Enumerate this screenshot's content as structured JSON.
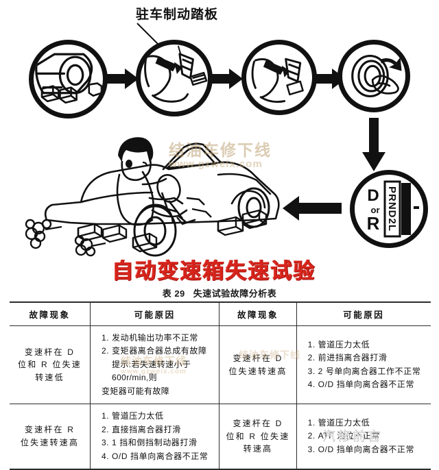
{
  "illustration": {
    "callout_label": "驻车制动踏板",
    "panels": [
      {
        "id": "panel-1",
        "name": "wheel-chock-step",
        "desc": "轮胎与三角木"
      },
      {
        "id": "panel-2",
        "name": "parking-brake-step",
        "desc": "踩下驻车制动踏板"
      },
      {
        "id": "panel-3",
        "name": "brake-pedal-step",
        "desc": "踩住制动踏板"
      },
      {
        "id": "panel-4",
        "name": "steering-wheel-step",
        "desc": "转向盘"
      },
      {
        "id": "panel-5",
        "name": "gear-selector-step",
        "desc": "挡位选择"
      }
    ],
    "gear_selector": {
      "label_top": "D",
      "label_mid": "or",
      "label_bottom": "R",
      "positions": "PRND2L"
    },
    "watermark_cn": "结油车修下线",
    "watermark_url": "www.gzweix.com",
    "watermark_bottom": "汽修前言"
  },
  "red_title": "自动变速箱失速试验",
  "table_caption": {
    "number": "表 29",
    "text": "失速试验故障分析表"
  },
  "table": {
    "headers": [
      "故障现象",
      "可能原因",
      "故障现象",
      "可能原因"
    ],
    "rows": [
      {
        "left_symptom": [
          "变速杆在 D",
          "位和 R 位失速",
          "转速低"
        ],
        "left_causes": [
          {
            "num": "1.",
            "text": "发动机输出功率不正常"
          },
          {
            "num": "2.",
            "text": "变矩器离合器总成有故障"
          }
        ],
        "left_note": [
          "提示:若失速转速小于 600r/min,则",
          "变矩器可能有故障"
        ],
        "right_symptom": [
          "变速杆在 D",
          "位失速转速高"
        ],
        "right_causes": [
          {
            "num": "1.",
            "text": "管道压力太低"
          },
          {
            "num": "2.",
            "text": "前进挡离合器打滑"
          },
          {
            "num": "3.",
            "text": "2 号单向离合器工作不正常"
          },
          {
            "num": "4.",
            "text": "O/D 挡单向离合器不正常"
          }
        ]
      },
      {
        "left_symptom": [
          "变速杆在 R",
          "位失速转速高"
        ],
        "left_causes": [
          {
            "num": "1.",
            "text": "管道压力太低"
          },
          {
            "num": "2.",
            "text": "直接挡离合器打滑"
          },
          {
            "num": "3.",
            "text": "1 挡和倒挡制动器打滑"
          },
          {
            "num": "4.",
            "text": "O/D 挡单向离合器不正常"
          }
        ],
        "left_note": [],
        "right_symptom": [
          "变速杆在 D",
          "位和 R 位失速",
          "转速高"
        ],
        "right_causes": [
          {
            "num": "1.",
            "text": "管道压力太低"
          },
          {
            "num": "2.",
            "text": "ATF 油位不正常"
          },
          {
            "num": "3.",
            "text": "O/D 挡单向离合器不正常"
          }
        ]
      }
    ]
  },
  "colors": {
    "title_red": "#d6241c",
    "ink": "#111111",
    "rule": "#2b2b2b",
    "watermark": "#c4a878"
  }
}
